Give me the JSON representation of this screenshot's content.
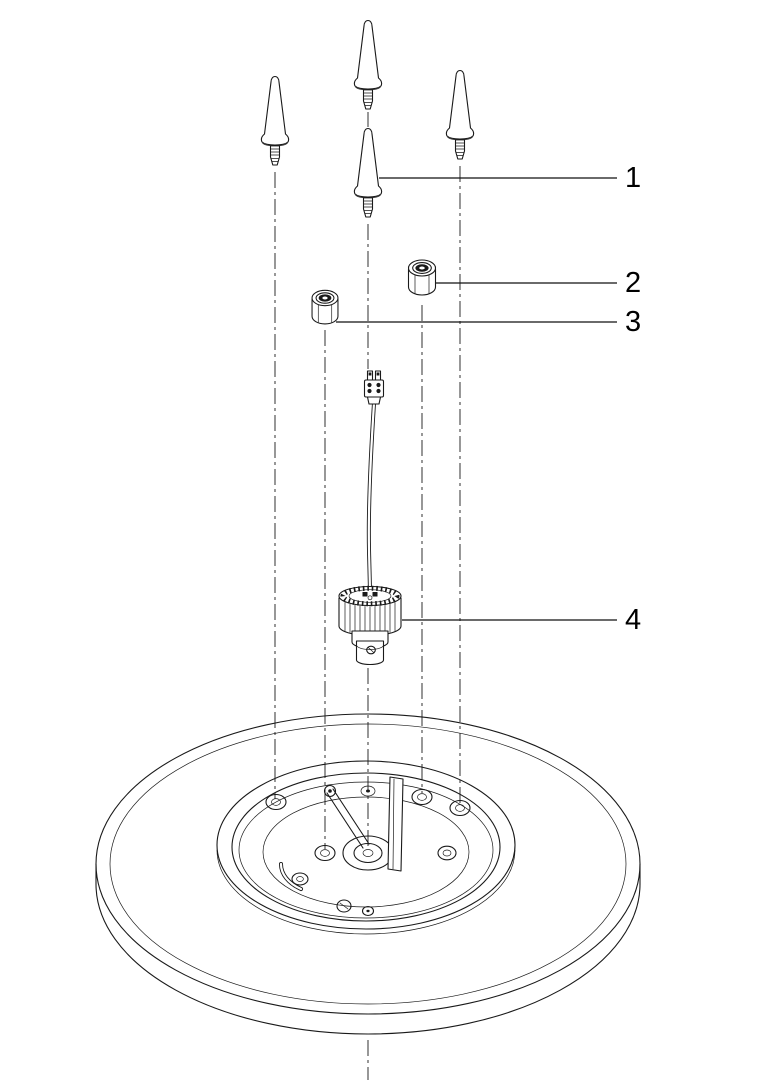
{
  "figure": {
    "type": "exploded-assembly-diagram",
    "background_color": "#ffffff",
    "line_color": "#1a1a1a",
    "callouts": [
      {
        "label": "1",
        "part": "cone-pin"
      },
      {
        "label": "2",
        "part": "hex-nut-large"
      },
      {
        "label": "3",
        "part": "hex-nut-small"
      },
      {
        "label": "4",
        "part": "led-module-with-cable"
      }
    ]
  }
}
